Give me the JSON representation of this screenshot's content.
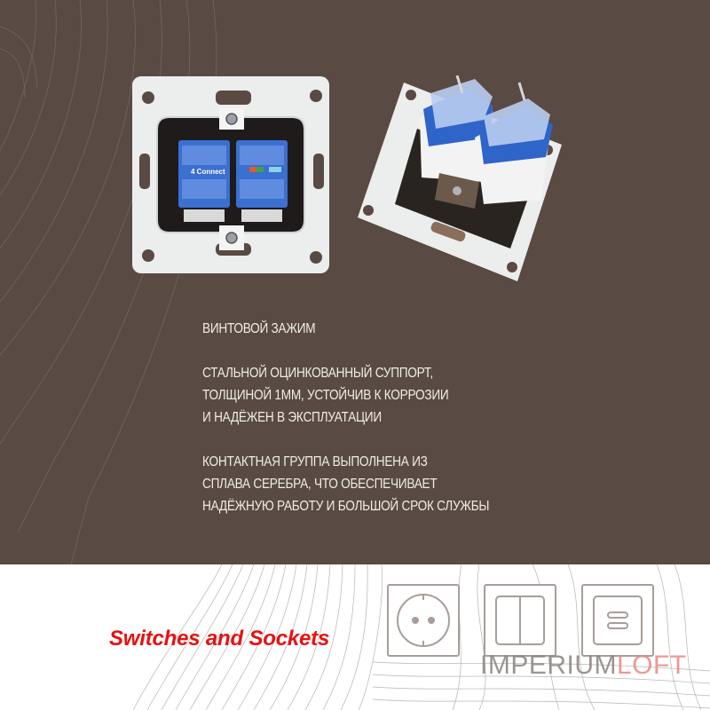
{
  "features": [
    {
      "text": "ВИНТОВОЙ ЗАЖИМ"
    },
    {
      "text": "СТАЛЬНОЙ ОЦИНКОВАННЫЙ СУППОРТ,\nТОЛЩИНОЙ 1ММ, УСТОЙЧИВ К КОРРОЗИИ\nИ НАДЁЖЕН В ЭКСПЛУАТАЦИИ"
    },
    {
      "text": "КОНТАКТНАЯ ГРУППА ВЫПОЛНЕНА ИЗ\nСПЛАВА СЕРЕБРА, ЧТО ОБЕСПЕЧИВАЕТ\nНАДЁЖНУЮ РАБОТУ И БОЛЬШОЙ СРОК СЛУЖБЫ"
    }
  ],
  "product": {
    "front_label": "4 Connect"
  },
  "footer": {
    "tagline": "Switches and Sockets",
    "brand_part1": "IMPERIUM",
    "brand_part2": "LOFT",
    "icons": [
      "socket-icon",
      "double-switch-icon",
      "usb-charger-icon"
    ]
  },
  "colors": {
    "background_brown": "#594a43",
    "text_light": "#f1ece8",
    "tagline_red": "#e8100f",
    "brand_gray": "#8a8380",
    "brand_pink": "#e58a86",
    "module_blue": "#2f64c8"
  }
}
